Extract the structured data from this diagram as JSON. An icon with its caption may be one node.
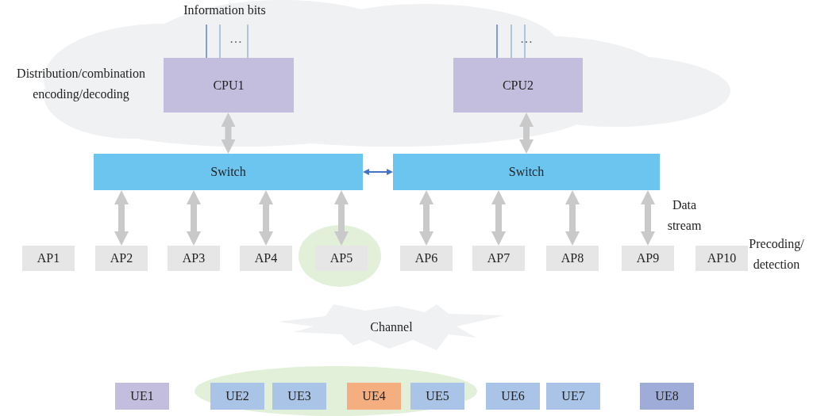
{
  "diagram": {
    "nodes": [
      {
        "text": [],
        "shape": "cloud"
      },
      {
        "text": [
          "CPU1"
        ],
        "in": 0
      },
      {
        "text": [
          "CPU2"
        ],
        "in": 0
      },
      {
        "text": [
          "Switch"
        ]
      },
      {
        "text": [
          "Switch"
        ]
      },
      {
        "text": [],
        "shape": "ellipse"
      },
      {
        "text": [
          "AP1"
        ]
      },
      {
        "text": [
          "AP2"
        ]
      },
      {
        "text": [
          "AP3"
        ]
      },
      {
        "text": [
          "AP4"
        ]
      },
      {
        "text": [
          "AP5"
        ],
        "in": 5
      },
      {
        "text": [
          "AP6"
        ]
      },
      {
        "text": [
          "AP7"
        ]
      },
      {
        "text": [
          "AP8"
        ]
      },
      {
        "text": [
          "AP9"
        ]
      },
      {
        "text": [
          "AP10"
        ]
      },
      {
        "text": [
          "Channel"
        ]
      },
      {
        "text": [],
        "shape": "ellipse"
      },
      {
        "text": [
          "UE1"
        ]
      },
      {
        "text": [
          "UE2"
        ],
        "in": 17
      },
      {
        "text": [
          "UE3"
        ],
        "in": 17
      },
      {
        "text": [
          "UE4"
        ],
        "in": 17
      },
      {
        "text": [
          "UE5"
        ],
        "in": 17
      },
      {
        "text": [
          "UE6"
        ]
      },
      {
        "text": [
          "UE7"
        ]
      },
      {
        "text": [
          "UE8"
        ]
      }
    ],
    "edges": [
      {
        "from": 1,
        "to": 3,
        "arrow": "both"
      },
      {
        "from": 2,
        "to": 4,
        "arrow": "both"
      },
      {
        "from": 3,
        "to": 4,
        "arrow": "both",
        "color": "#4472c4"
      },
      {
        "from": 3,
        "to": 7,
        "arrow": "both"
      },
      {
        "from": 3,
        "to": 8,
        "arrow": "both"
      },
      {
        "from": 3,
        "to": 9,
        "arrow": "both"
      },
      {
        "from": 3,
        "to": 10,
        "arrow": "both"
      },
      {
        "from": 4,
        "to": 11,
        "arrow": "both"
      },
      {
        "from": 4,
        "to": 12,
        "arrow": "both"
      },
      {
        "from": 4,
        "to": 13,
        "arrow": "both"
      },
      {
        "from": 4,
        "to": 14,
        "arrow": "both"
      }
    ],
    "labels": [
      "Information bits",
      "…",
      "Distribution/combination encoding/decoding",
      "…",
      "Data stream",
      "Precoding/ detection"
    ]
  }
}
